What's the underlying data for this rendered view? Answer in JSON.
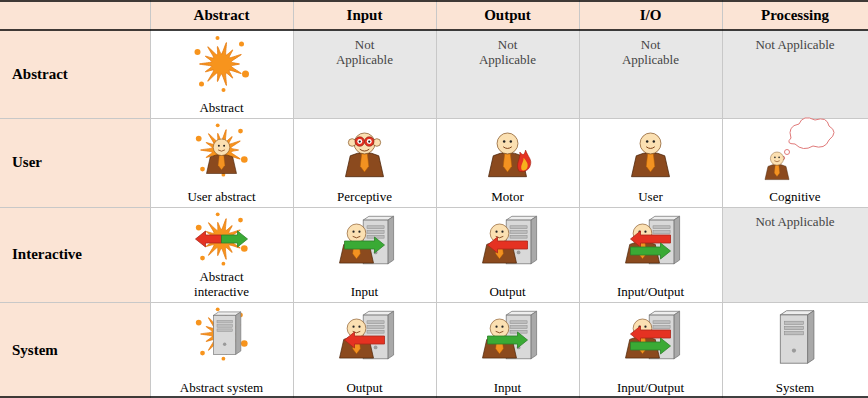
{
  "diagram": {
    "labels": [
      "Abstract",
      "Input",
      "Output",
      "I/O",
      "Processing",
      "Abstract",
      "Abstract",
      "Not Applicable",
      "Not Applicable",
      "Not Applicable",
      "Not Applicable",
      "User",
      "User abstract",
      "Perceptive",
      "Motor",
      "User",
      "Cognitive",
      "Interactive",
      "Abstract interactive",
      "Input",
      "Output",
      "Input/Output",
      "Not Applicable",
      "System",
      "Abstract system",
      "Output",
      "Input",
      "Input/Output",
      "System"
    ]
  }
}
